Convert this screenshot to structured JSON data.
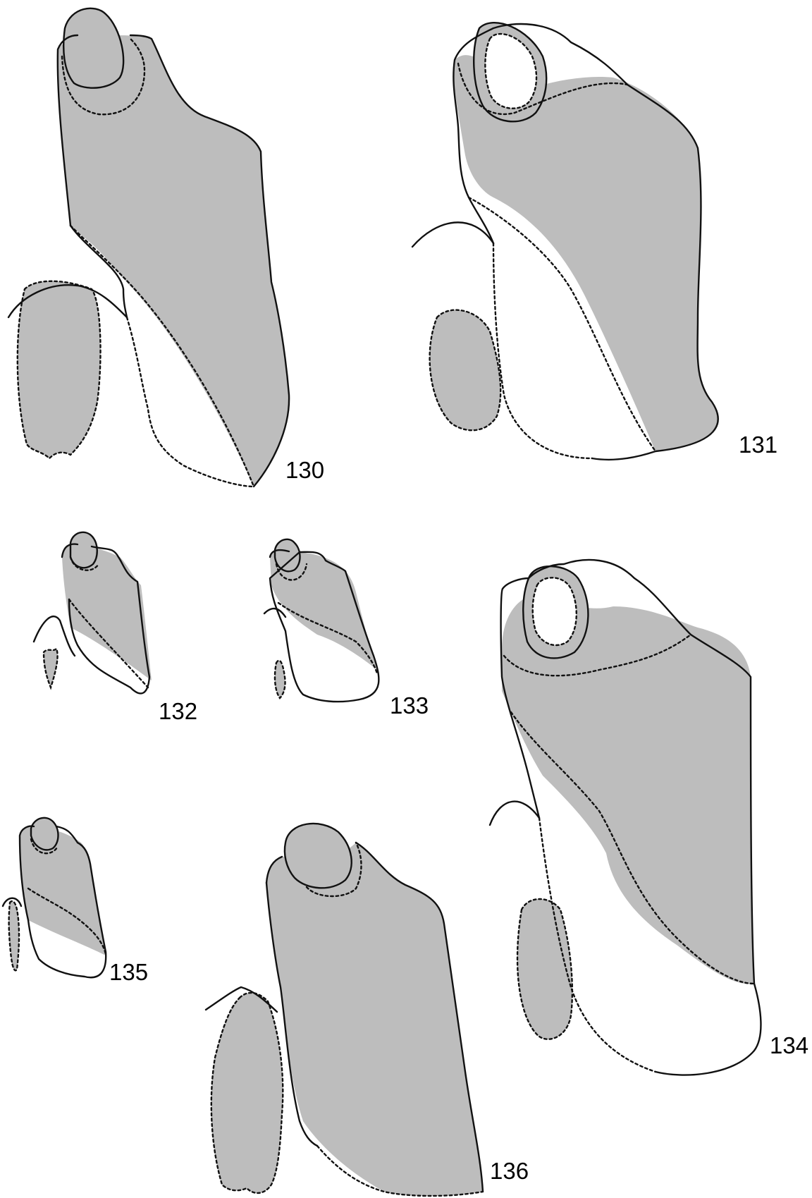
{
  "colors": {
    "shading": "#bdbdbd",
    "stroke": "#111111",
    "background": "#ffffff"
  },
  "figures": [
    {
      "label": "130"
    },
    {
      "label": "131"
    },
    {
      "label": "132"
    },
    {
      "label": "133"
    },
    {
      "label": "134"
    },
    {
      "label": "135"
    },
    {
      "label": "136"
    }
  ]
}
